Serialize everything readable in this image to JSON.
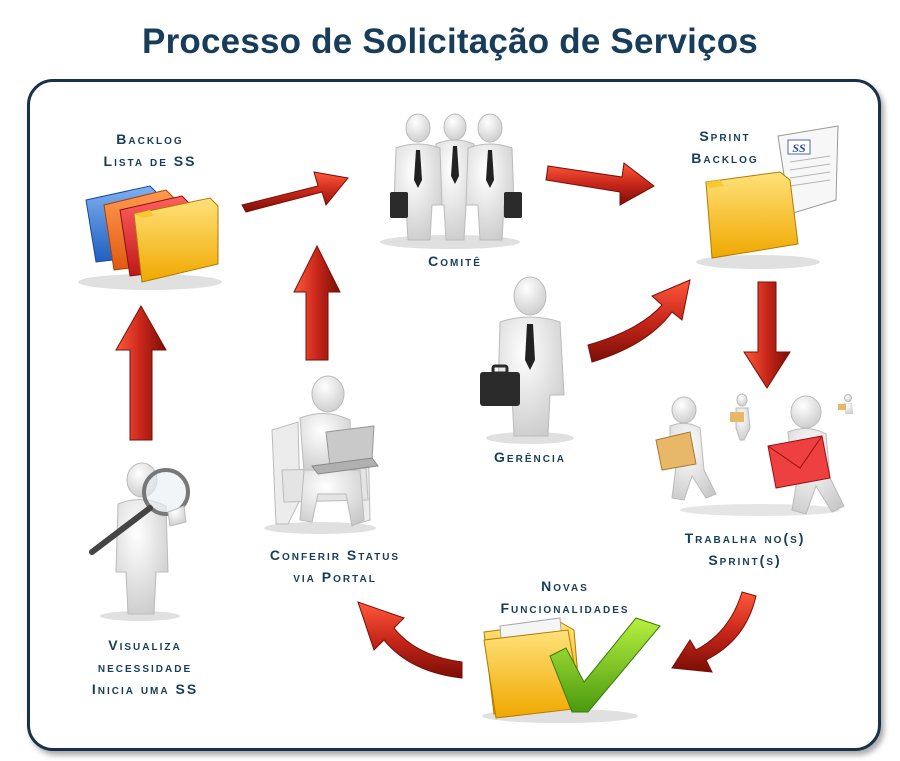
{
  "title": "Processo de Solicitação de Serviços",
  "nodes": {
    "backlog": {
      "line1": "Backlog",
      "line2": "Lista de SS"
    },
    "comite": {
      "line1": "Comitê"
    },
    "sprint_backlog": {
      "line1": "Sprint",
      "line2": "Backlog"
    },
    "gerencia": {
      "line1": "Gerência"
    },
    "trabalha": {
      "line1": "Trabalha no(s)",
      "line2": "Sprint(s)"
    },
    "novas": {
      "line1": "Novas",
      "line2": "Funcionalidades"
    },
    "conferir": {
      "line1": "Conferir Status",
      "line2": "via Portal"
    },
    "visualiza": {
      "line1": "Visualiza",
      "line2": "necessidade",
      "line3": "Inicia uma SS"
    }
  },
  "doc_stamp": "SS",
  "colors": {
    "title": "#173d5a",
    "frame": "#1a3248",
    "arrow_red": "#c8261a",
    "arrow_dark": "#8a1208"
  }
}
